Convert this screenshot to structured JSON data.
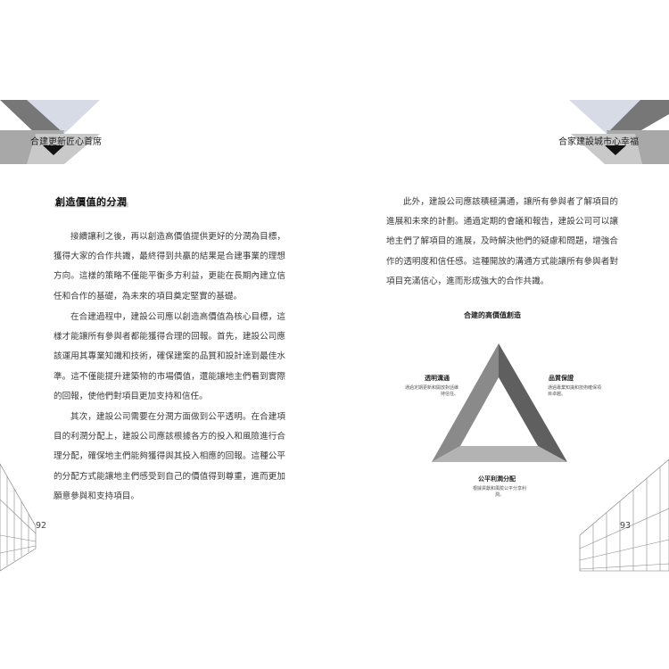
{
  "left_page": {
    "header": "合建更新匠心首席",
    "section_title": "創造價值的分潤",
    "paragraphs": [
      "接續讓利之後，再以創造高價值提供更好的分潤為目標，獲得大家的合作共識，最終得到共贏的結果是合建事業的理想方向。這樣的策略不僅能平衡多方利益，更能在長期內建立信任和合作的基礎，為未來的項目奠定堅實的基礎。",
      "在合建過程中，建設公司應以創造高價值為核心目標，這樣才能讓所有參與者都能獲得合理的回報。首先，建設公司應該運用其專業知識和技術，確保建案的品質和設計達到最佳水準。這不僅能提升建築物的市場價值，還能讓地主們看到實際的回報，使他們對項目更加支持和信任。",
      "其次，建設公司需要在分潤方面做到公平透明。在合建項目的利潤分配上，建設公司應該根據各方的投入和風險進行合理分配，確保地主們能夠獲得與其投入相應的回報。這種公平的分配方式能讓地主們感受到自己的價值得到尊重，進而更加願意參與和支持項目。"
    ],
    "page_number": "92"
  },
  "right_page": {
    "header": "合家建設城市心幸福",
    "paragraph": "此外，建設公司應該積極溝通，讓所有參與者了解項目的進展和未來的計劃。通過定期的會議和報告，建設公司可以讓地主們了解項目的進展，及時解決他們的疑慮和問題，增強合作的透明度和信任感。這種開放的溝通方式能讓所有參與者對項目充滿信心，進而形成強大的合作共識。",
    "page_number": "93",
    "diagram": {
      "title": "合建的高價值創造",
      "labels": [
        {
          "key": "透明溝通",
          "desc": "通過定期更新和開放對話維持信任。"
        },
        {
          "key": "品質保證",
          "desc": "通過專業知識和技術確保項目卓越。"
        },
        {
          "key": "公平利潤分配",
          "desc": "根據貢獻和風險公平分享利潤。"
        }
      ]
    }
  },
  "colors": {
    "dark_gray": "#666666",
    "mid_gray": "#9a9a9a",
    "light_gray": "#c8c8c8",
    "pale_blue": "#dde3ee",
    "black": "#111111"
  }
}
